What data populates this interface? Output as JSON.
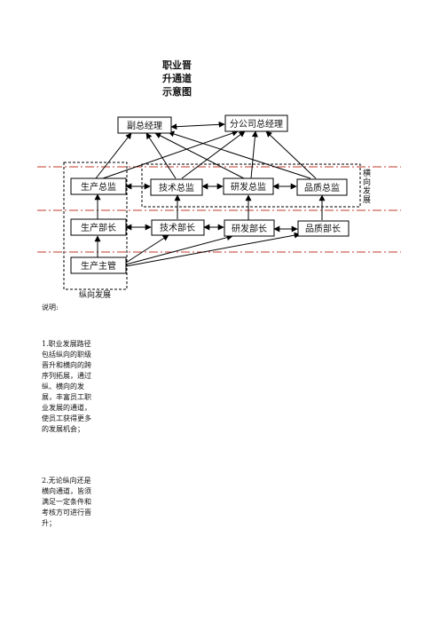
{
  "title_lines": [
    "职业晋",
    "升通道",
    "示意图"
  ],
  "nodes": {
    "deputy_gm": "副总经理",
    "branch_gm": "分公司总经理",
    "prod_director": "生产总监",
    "tech_director": "技术总监",
    "rd_director": "研发总监",
    "qa_director": "品质总监",
    "prod_manager": "生产部长",
    "tech_manager": "技术部长",
    "rd_manager": "研发部长",
    "qa_manager": "品质部长",
    "prod_supervisor": "生产主管"
  },
  "labels": {
    "vertical": "纵向发展",
    "horizontal": "横向发展"
  },
  "notes": {
    "heading": "说明:",
    "item1": "1.职业发展路径包括纵向的职级晋升和横向的跨序列拓展，通过纵、横向的发展，丰富员工职业发展的通道，使员工获得更多的发展机会；",
    "item2": "2.无论纵向还是横向通道，皆须满足一定条件和考核方可进行晋升；"
  },
  "colors": {
    "level_line": "#c0392b",
    "box_border": "#000000"
  }
}
